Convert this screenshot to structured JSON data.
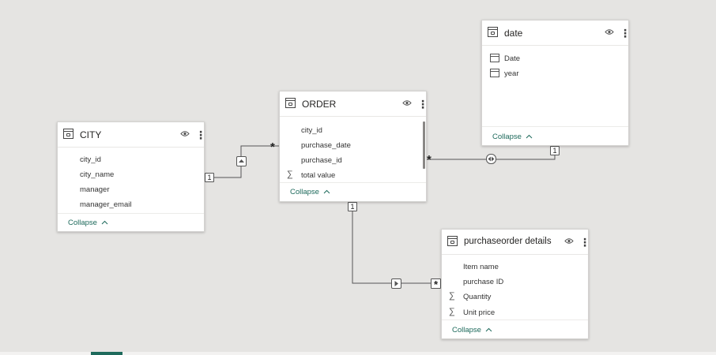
{
  "tables": {
    "city": {
      "title": "CITY",
      "fields": [
        "city_id",
        "city_name",
        "manager",
        "manager_email"
      ],
      "collapse": "Collapse"
    },
    "order": {
      "title": "ORDER",
      "fields": [
        "city_id",
        "purchase_date",
        "purchase_id",
        "total value"
      ],
      "collapse": "Collapse"
    },
    "date": {
      "title": "date",
      "fields": [
        "Date",
        "year"
      ],
      "collapse": "Collapse"
    },
    "purchase": {
      "title": "purchaseorder details",
      "fields": [
        "Item name",
        "purchase ID",
        "Quantity",
        "Unit price"
      ],
      "collapse": "Collapse"
    }
  },
  "relationships": {
    "city_order": {
      "one": "1",
      "many": "*"
    },
    "order_date": {
      "many": "*",
      "one": "1"
    },
    "order_purchase": {
      "one": "1",
      "many": "*"
    }
  },
  "icons": {
    "eye": "eye-icon",
    "more": "more-options-icon",
    "sigma": "∑",
    "chevron": "^"
  },
  "colors": {
    "canvas": "#e5e4e2",
    "accent": "#1e6a5c"
  }
}
